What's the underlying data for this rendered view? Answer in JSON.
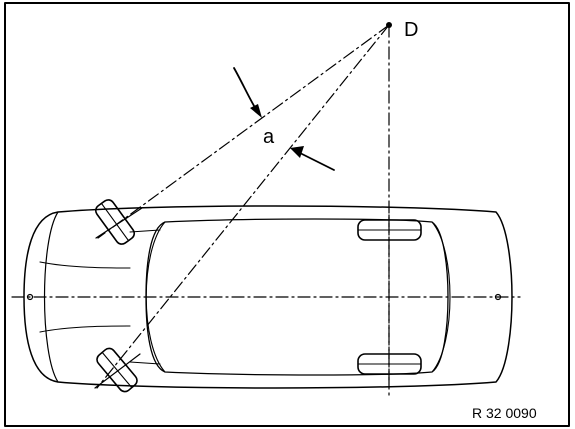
{
  "labels": {
    "point": "D",
    "angle": "a",
    "reference": "R 32 0090"
  },
  "colors": {
    "line": "#000000",
    "background": "#ffffff"
  },
  "icons": {
    "angle_marker_upper": "curved-arrow-icon",
    "angle_marker_lower": "arrow-icon"
  }
}
